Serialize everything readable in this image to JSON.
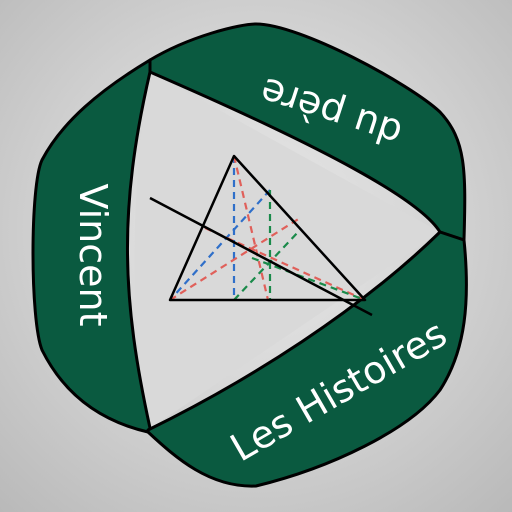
{
  "logo": {
    "band_texts": {
      "top": "du père",
      "left": "Vincent",
      "bottom": "Les Histoires"
    },
    "colors": {
      "band_fill": "#0a5a40",
      "band_outline": "#000000",
      "band_text": "#ffffff",
      "inner_background": "#d9d9d9",
      "triangle_outline": "#000000",
      "dashed_blue": "#2f6fc9",
      "dashed_red": "#e0605a",
      "dashed_green": "#1a8a4a",
      "line_black": "#000000"
    },
    "icons": [
      "mobius-triangle-band",
      "triangle-construction-diagram"
    ]
  }
}
